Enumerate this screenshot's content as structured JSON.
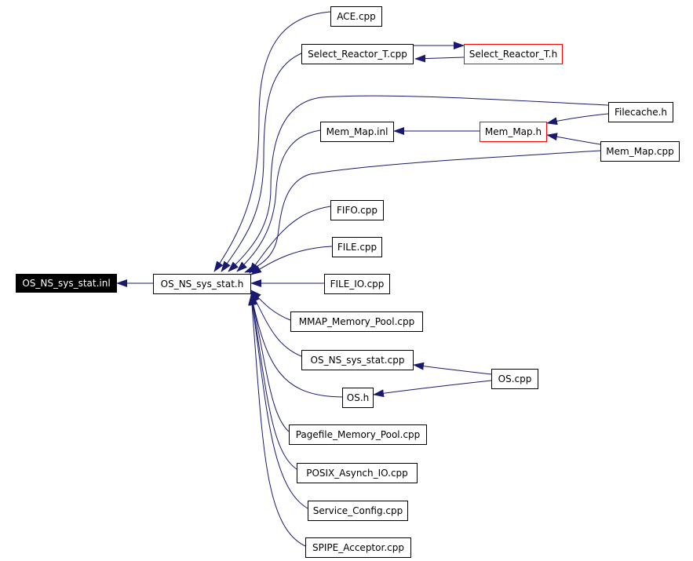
{
  "nodes": {
    "root": "OS_NS_sys_stat.inl",
    "sys_stat_h": "OS_NS_sys_stat.h",
    "ace_cpp": "ACE.cpp",
    "select_reactor_t_cpp": "Select_Reactor_T.cpp",
    "select_reactor_t_h": "Select_Reactor_T.h",
    "filecache_h": "Filecache.h",
    "mem_map_inl": "Mem_Map.inl",
    "mem_map_h": "Mem_Map.h",
    "mem_map_cpp": "Mem_Map.cpp",
    "fifo_cpp": "FIFO.cpp",
    "file_cpp": "FILE.cpp",
    "file_io_cpp": "FILE_IO.cpp",
    "mmap_memory_pool_cpp": "MMAP_Memory_Pool.cpp",
    "sys_stat_cpp": "OS_NS_sys_stat.cpp",
    "os_cpp": "OS.cpp",
    "os_h": "OS.h",
    "pagefile_memory_pool_cpp": "Pagefile_Memory_Pool.cpp",
    "posix_asynch_io_cpp": "POSIX_Asynch_IO.cpp",
    "service_config_cpp": "Service_Config.cpp",
    "spipe_acceptor_cpp": "SPIPE_Acceptor.cpp"
  },
  "colors": {
    "edge": "#191970",
    "node_border": "#000000",
    "highlight_border": "#ff0000",
    "root_fill": "#000000",
    "root_text": "#ffffff"
  }
}
